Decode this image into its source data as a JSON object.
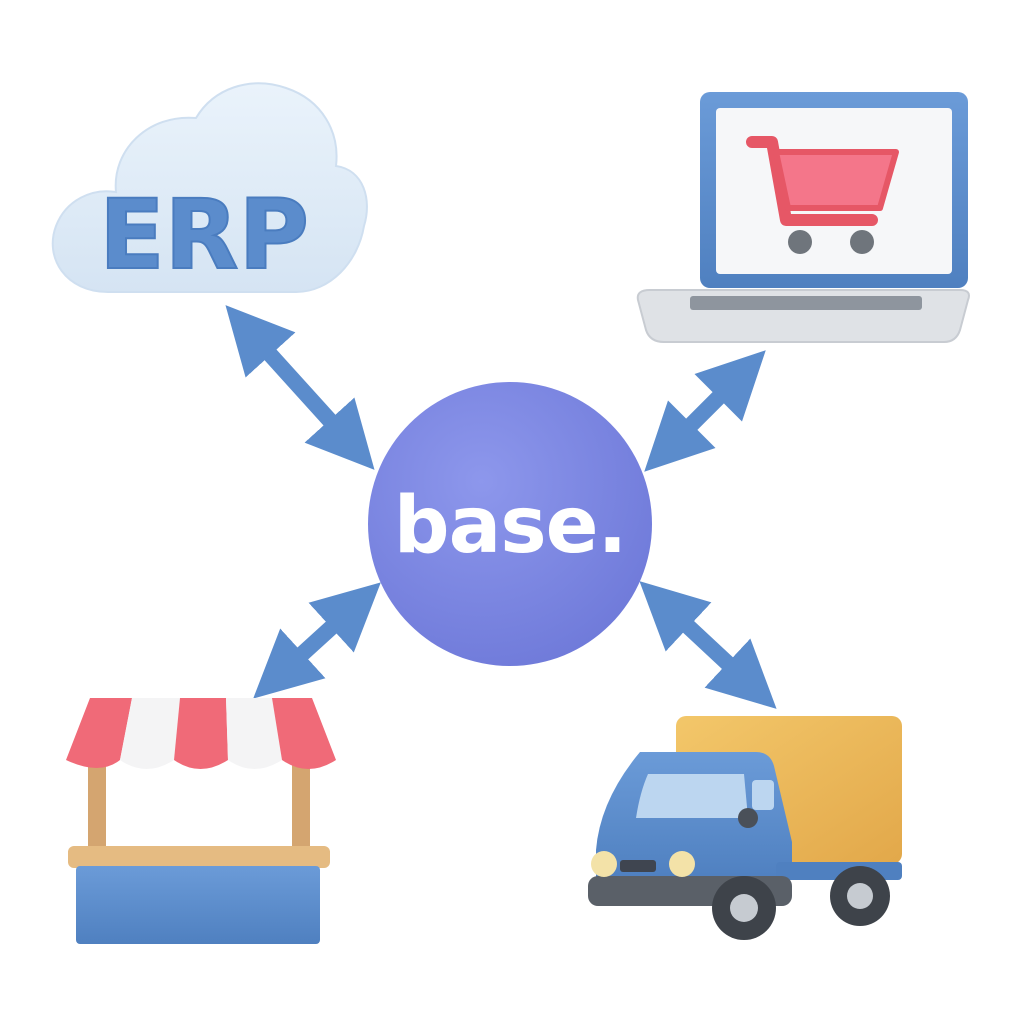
{
  "hub": {
    "label": "base.",
    "color": "#7b86e2"
  },
  "nodes": {
    "erp": {
      "label": "ERP",
      "icon": "erp-cloud-icon"
    },
    "ecommerce": {
      "icon": "laptop-shopping-cart-icon"
    },
    "store": {
      "icon": "market-stall-icon"
    },
    "delivery": {
      "icon": "delivery-truck-icon"
    }
  },
  "connectors": {
    "type": "bidirectional-arrow",
    "color": "#5b8ccc"
  },
  "palette": {
    "blue": "#5b8ccc",
    "light_blue": "#e3eef9",
    "red": "#f06a78",
    "yellow": "#edb656",
    "wood": "#d4a570"
  }
}
